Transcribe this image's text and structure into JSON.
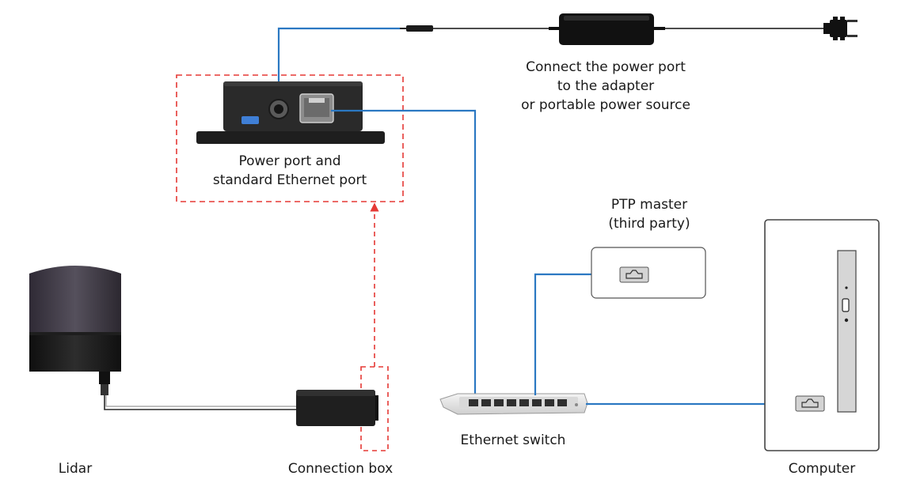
{
  "labels": {
    "power_adapter_caption": [
      "Connect the power port",
      "to the adapter",
      "or portable power source"
    ],
    "interface_box_caption": [
      "Power port and",
      "standard Ethernet port"
    ],
    "ptp_master_caption": [
      "PTP master",
      "(third party)"
    ],
    "lidar": "Lidar",
    "connection_box": "Connection box",
    "ethernet_switch": "Ethernet switch",
    "computer": "Computer"
  },
  "colors": {
    "cable_blue": "#2b78c2",
    "highlight_red": "#e53935",
    "device_dark": "#2a2a2a",
    "outline": "#444444"
  }
}
